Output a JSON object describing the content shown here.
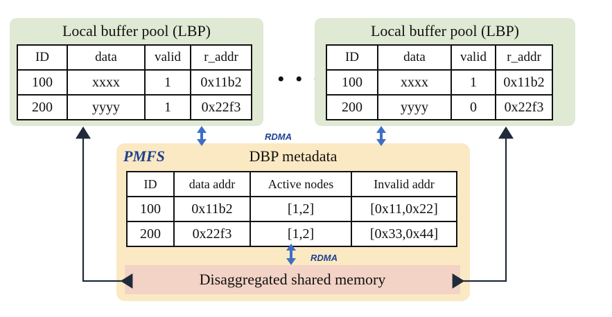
{
  "lbp_left": {
    "title": "Local buffer pool (LBP)",
    "headers": [
      "ID",
      "data",
      "valid",
      "r_addr"
    ],
    "rows": [
      [
        "100",
        "xxxx",
        "1",
        "0x11b2"
      ],
      [
        "200",
        "yyyy",
        "1",
        "0x22f3"
      ]
    ]
  },
  "lbp_right": {
    "title": "Local buffer pool (LBP)",
    "headers": [
      "ID",
      "data",
      "valid",
      "r_addr"
    ],
    "rows": [
      [
        "100",
        "xxxx",
        "1",
        "0x11b2"
      ],
      [
        "200",
        "yyyy",
        "0",
        "0x22f3"
      ]
    ]
  },
  "ellipsis": "• • •",
  "rdma_top": "RDMA",
  "rdma_bottom": "RDMA",
  "pmfs": {
    "label": "PMFS",
    "dbp_title": "DBP metadata",
    "headers": [
      "ID",
      "data addr",
      "Active nodes",
      "Invalid addr"
    ],
    "rows": [
      [
        "100",
        "0x11b2",
        "[1,2]",
        "[0x11,0x22]"
      ],
      [
        "200",
        "0x22f3",
        "[1,2]",
        "[0x33,0x44]"
      ]
    ],
    "shared_memory": "Disaggregated shared memory"
  },
  "colors": {
    "lbp_bg": "#dfe9d3",
    "pmfs_bg": "#fbe9c3",
    "shared_mem_bg": "#f3d3c6",
    "rdma_arrow": "#3c6fc4",
    "connector": "#1f2a3a"
  }
}
